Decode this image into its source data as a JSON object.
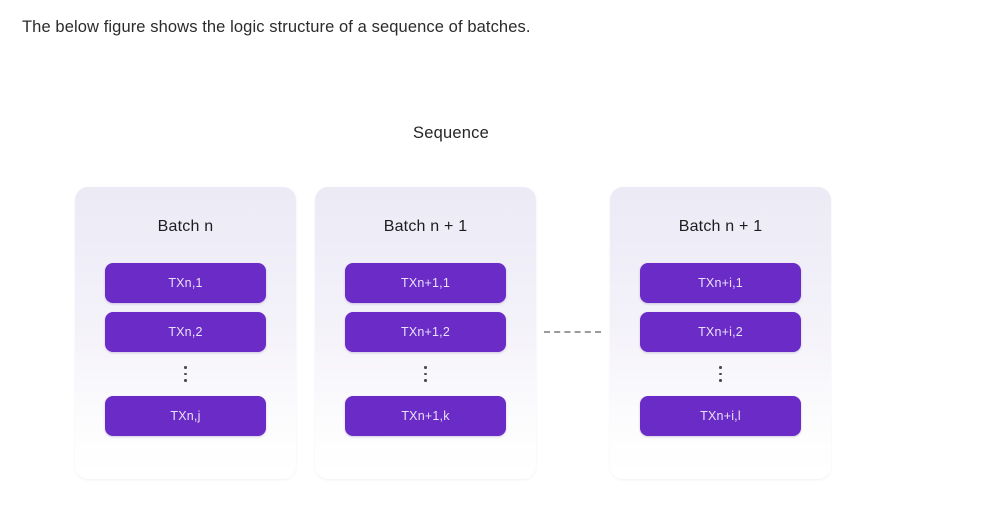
{
  "caption": "The below figure shows the logic structure of a sequence of batches.",
  "figure": {
    "sequence_label": "Sequence",
    "connector": {
      "style": "dashed",
      "color": "#9b9b9b",
      "name": "batch-continuation-dashes"
    },
    "colors": {
      "tx_box": "#6b2bc6",
      "tx_text": "#e9e1f9",
      "card_top": "#ecebf5",
      "card_bottom": "#ffffff",
      "caption_text": "#2b2b2b"
    },
    "batches": [
      {
        "title": "Batch n",
        "transactions": [
          "TXn,1",
          "TXn,2"
        ],
        "ellipsis": "⋮",
        "last_transaction": "TXn,j"
      },
      {
        "title": "Batch n + 1",
        "transactions": [
          "TXn+1,1",
          "TXn+1,2"
        ],
        "ellipsis": "⋮",
        "last_transaction": "TXn+1,k"
      },
      {
        "title": "Batch n + 1",
        "transactions": [
          "TXn+i,1",
          "TXn+i,2"
        ],
        "ellipsis": "⋮",
        "last_transaction": "TXn+i,l"
      }
    ]
  }
}
